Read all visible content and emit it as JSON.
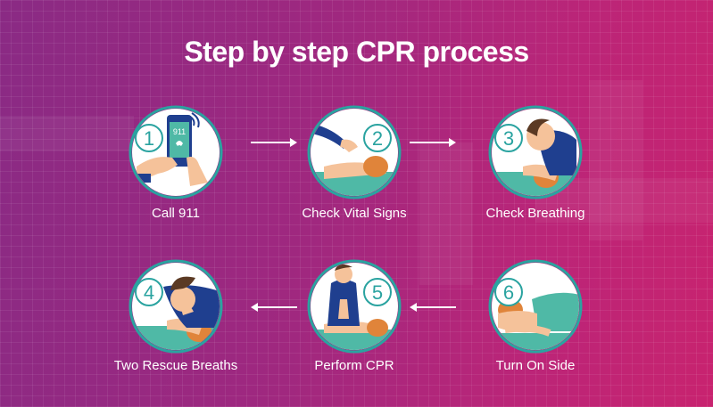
{
  "title": "Step by step CPR process",
  "steps": [
    {
      "number": "1",
      "label": "Call 911",
      "phone_text": "911"
    },
    {
      "number": "2",
      "label": "Check Vital Signs"
    },
    {
      "number": "3",
      "label": "Check Breathing"
    },
    {
      "number": "4",
      "label": "Two Rescue Breaths"
    },
    {
      "number": "5",
      "label": "Perform CPR"
    },
    {
      "number": "6",
      "label": "Turn On Side"
    }
  ],
  "colors": {
    "background_left": "#8a2a84",
    "background_right": "#c8236f",
    "circle_ring": "#2aa3a0",
    "circle_fill": "#ffffff",
    "patient_shirt": "#4fb9a6",
    "rescuer_shirt": "#1f3f8f",
    "skin": "#f5c29a",
    "hair": "#5b3a24"
  }
}
